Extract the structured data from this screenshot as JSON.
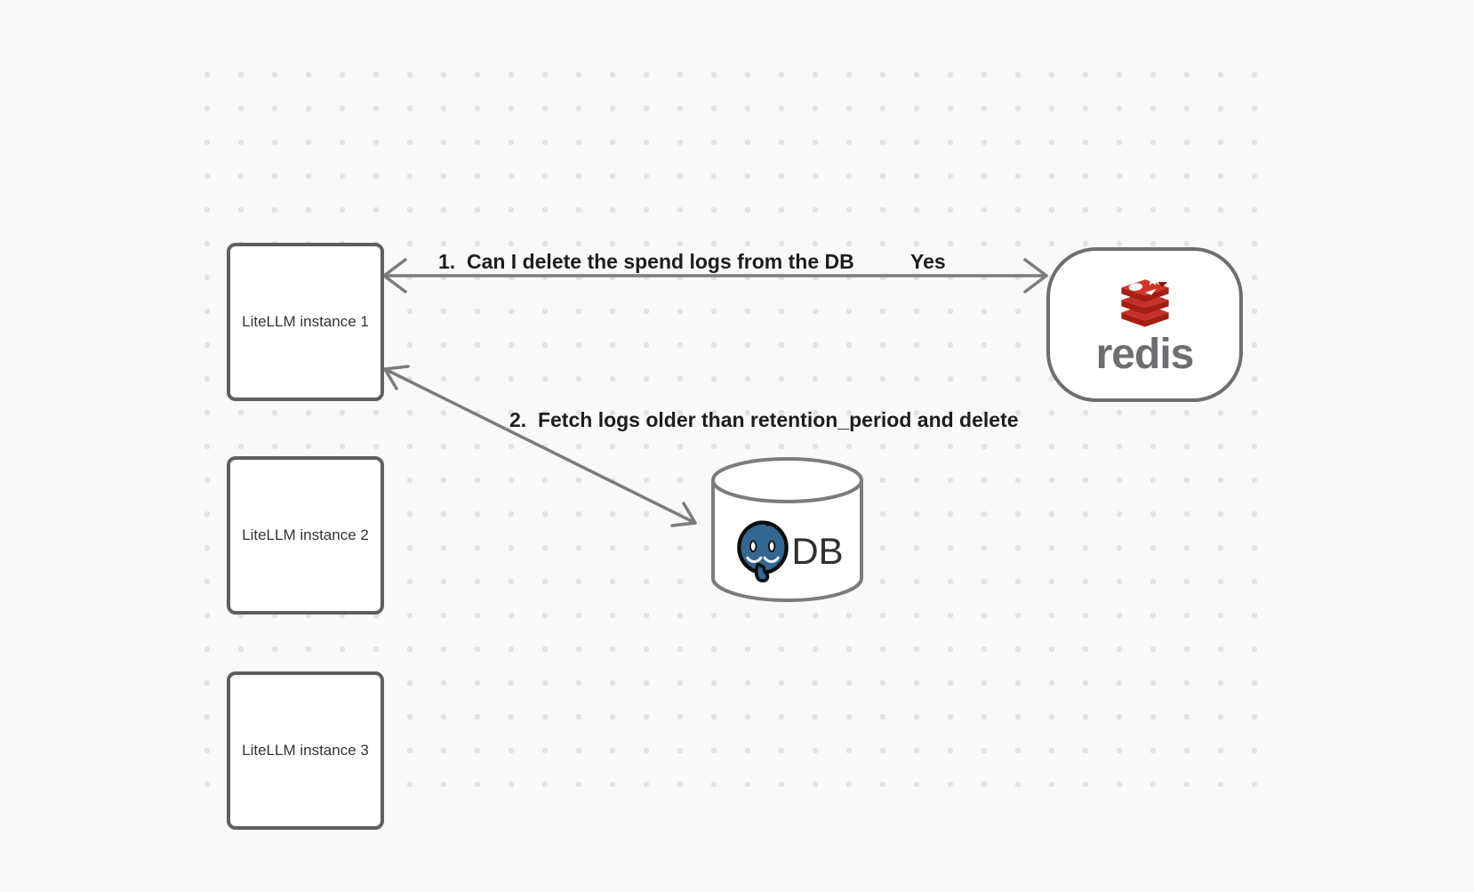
{
  "diagram": {
    "nodes": {
      "litellm1": {
        "label": "LiteLLM instance 1"
      },
      "litellm2": {
        "label": "LiteLLM instance 2"
      },
      "litellm3": {
        "label": "LiteLLM instance 3"
      },
      "redis": {
        "wordmark": "redis"
      },
      "db": {
        "label": "DB"
      }
    },
    "edges": {
      "edge1": {
        "from": "litellm1",
        "to": "redis",
        "direction": "bidirectional",
        "label": "1.  Can I delete the spend logs from the DB",
        "response": "Yes"
      },
      "edge2": {
        "from": "litellm1",
        "to": "db",
        "direction": "bidirectional",
        "label": "2.  Fetch logs older than retention_period and delete"
      }
    },
    "colors": {
      "background": "#f9f9f9",
      "grid_dot": "#e3e3e3",
      "shape_border": "#5f5f5f",
      "arrow_gray": "#7c7c7c",
      "label_text": "#1d1d1f",
      "redis_red": "#c6302b",
      "redis_red_dark": "#a41e11",
      "redis_wordmark_gray": "#6d6e71",
      "postgres_blue": "#336791"
    }
  }
}
